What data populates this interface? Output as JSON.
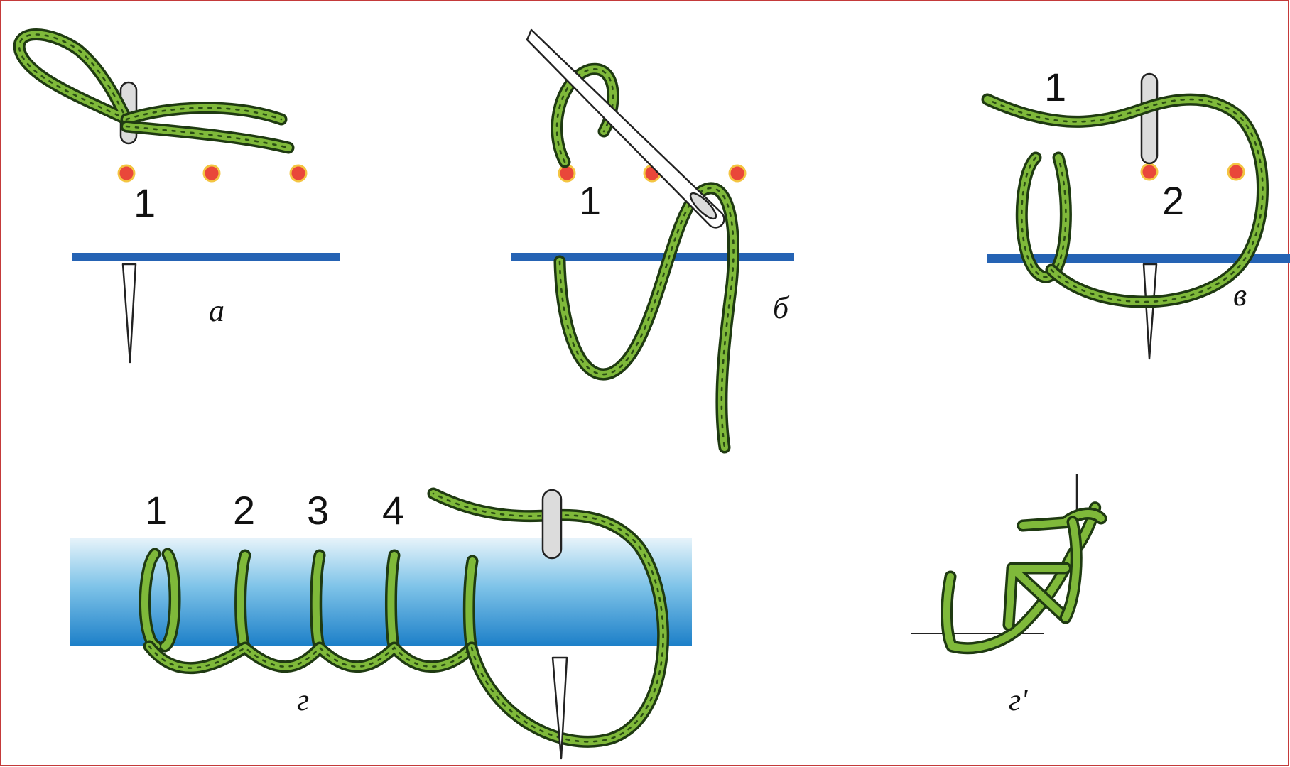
{
  "panels": {
    "a": {
      "caption": "а",
      "point_labels": [
        "1"
      ]
    },
    "b": {
      "caption": "б",
      "point_labels": [
        "1"
      ]
    },
    "v": {
      "caption": "в",
      "point_labels": [
        "1",
        "2"
      ]
    },
    "g": {
      "caption": "г",
      "point_labels": [
        "1",
        "2",
        "3",
        "4"
      ]
    },
    "g2": {
      "caption": "г'"
    }
  },
  "colors": {
    "thread": "#7fb93a",
    "thread_outline": "#1f3a12",
    "fabric_line": "#2563b4",
    "fabric_band_top": "#e6f3fa",
    "fabric_band_bottom": "#1c7fc8",
    "stitch_point": "#e9473a",
    "frame_border": "#c43a3a"
  }
}
